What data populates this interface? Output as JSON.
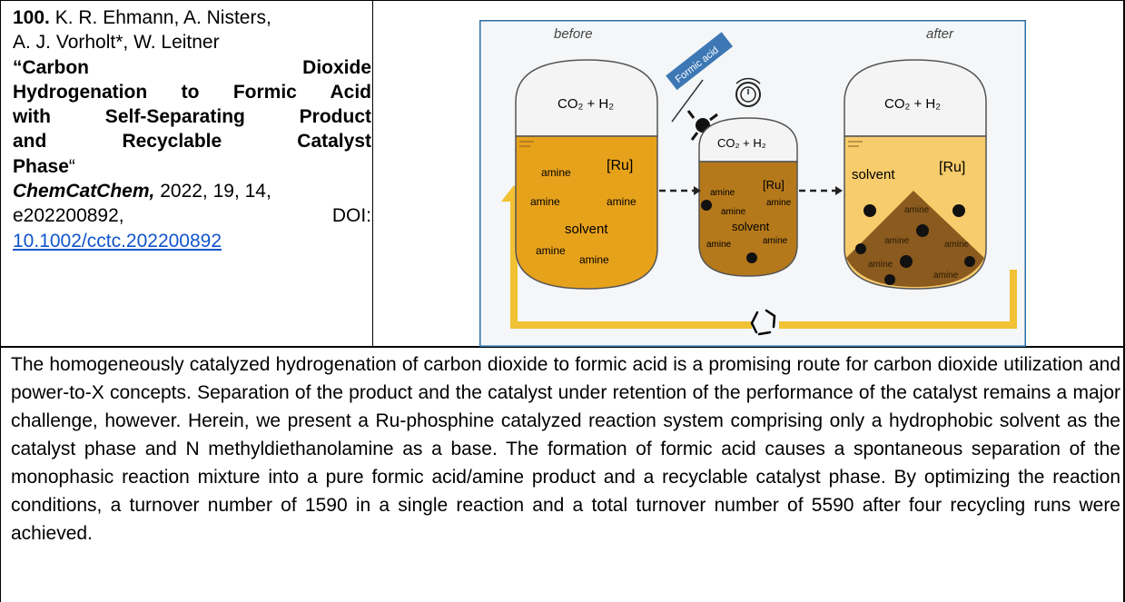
{
  "citation": {
    "number": "100.",
    "authors_line1": "K. R. Ehmann, A. Nisters,",
    "authors_line2": "A. J. Vorholt*, W. Leitner",
    "title_lines": [
      "“Carbon Dioxide",
      "Hydrogenation to Formic Acid",
      "with Self-Separating Product",
      "and Recyclable Catalyst"
    ],
    "title_last": "Phase",
    "title_close_quote": "“",
    "journal": "ChemCatChem,",
    "year_volume": "2022, 19, 14,",
    "article_id": "e202200892,",
    "doi_label": "DOI:",
    "doi_link": "10.1002/cctc.202200892"
  },
  "figure": {
    "label_before": "before",
    "label_after": "after",
    "formic_acid_flag": "Formic acid",
    "gas_label": "CO₂ + H₂",
    "catalyst": "[Ru]",
    "amine": "amine",
    "solvent": "solvent",
    "colors": {
      "background": "#f4f6f8",
      "border": "#2e6fa8",
      "liquid_orange": "#e7a21c",
      "liquid_mid": "#b5791b",
      "liquid_light": "#f7cc6c",
      "product_cone": "#8a5a1e",
      "recycle_arrow": "#f1c233",
      "gas_cap": "#f4f4f4",
      "flag": "#3d78b5"
    }
  },
  "abstract": "The homogeneously catalyzed hydrogenation of carbon dioxide to formic acid is a promising route for carbon dioxide utilization and power-to-X concepts. Separation of the product and the catalyst under retention of the performance of the catalyst remains a major challenge, however. Herein, we present a Ru-phosphine catalyzed reaction system comprising only a hydrophobic solvent as the catalyst phase and N methyldiethanolamine as a base. The formation of formic acid causes a spontaneous separation of the monophasic reaction mixture into a pure formic acid/amine product and a recyclable catalyst phase. By optimizing the reaction conditions, a turnover number of 1590 in a single reaction and a total turnover number of 5590 after four recycling runs were achieved."
}
